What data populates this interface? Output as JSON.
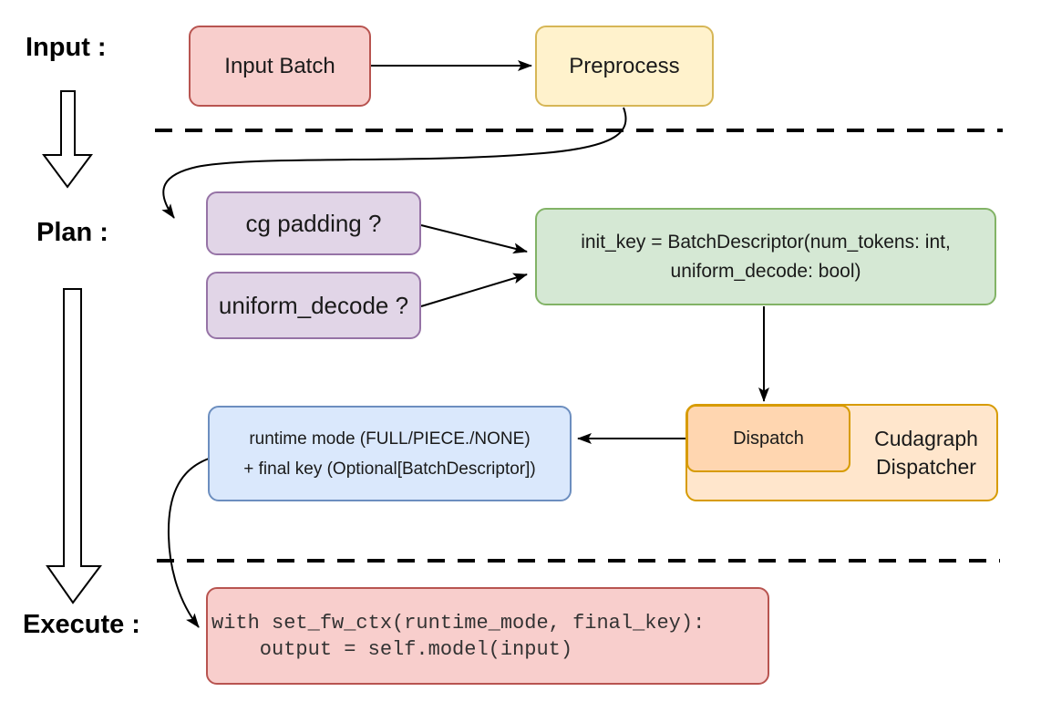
{
  "stage_labels": {
    "input": "Input :",
    "plan": "Plan :",
    "execute": "Execute :"
  },
  "nodes": {
    "input_batch": {
      "label": "Input Batch",
      "fill": "#f8cecc",
      "stroke": "#b85450"
    },
    "preprocess": {
      "label": "Preprocess",
      "fill": "#fff2cc",
      "stroke": "#d6b656"
    },
    "cg_padding": {
      "label": "cg padding ?",
      "fill": "#e1d5e7",
      "stroke": "#9673a6"
    },
    "uniform_decode": {
      "label": "uniform_decode ?",
      "fill": "#e1d5e7",
      "stroke": "#9673a6"
    },
    "init_key": {
      "lines": [
        "init_key = BatchDescriptor(num_tokens: int,",
        "uniform_decode: bool)"
      ],
      "fill": "#d5e8d4",
      "stroke": "#82b366"
    },
    "dispatch": {
      "label": "Dispatch",
      "fill": "#ffd6b0",
      "stroke": "#d79b00"
    },
    "cudagraph_dispatcher": {
      "lines": [
        "Cudagraph",
        "Dispatcher"
      ],
      "fill": "#ffe6cc",
      "stroke": "#d79b00"
    },
    "runtime_mode": {
      "lines": [
        "runtime mode (FULL/PIECE./NONE)",
        "+ final key (Optional[BatchDescriptor])"
      ],
      "fill": "#dae8fc",
      "stroke": "#6c8ebf"
    },
    "execute_code": {
      "lines": [
        "with set_fw_ctx(runtime_mode, final_key):",
        "    output = self.model(input)"
      ],
      "fill": "#f8cecc",
      "stroke": "#b85450"
    }
  },
  "connector_color": "#000000"
}
